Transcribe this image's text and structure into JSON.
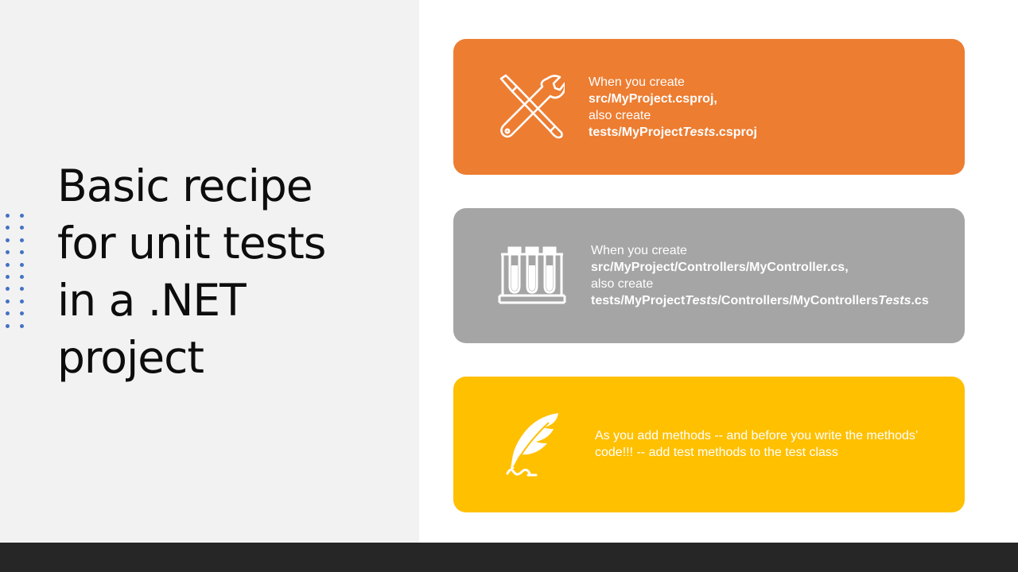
{
  "slide": {
    "title_lines": [
      "Basic recipe",
      "for unit tests",
      "in a .NET",
      "project"
    ]
  },
  "cards": [
    {
      "color": "#ed7d31",
      "icon": "tools-icon",
      "line1": "When you create",
      "line2": "src/MyProject.csproj,",
      "line3": "also create",
      "line4_a": "tests/MyProject",
      "line4_b": "Tests",
      "line4_c": ".csproj"
    },
    {
      "color": "#a5a5a5",
      "icon": "test-tubes-icon",
      "line1": "When you create",
      "line2": "src/MyProject/Controllers/MyController.cs,",
      "line3": "also create",
      "line4_a": "tests/MyProject",
      "line4_b": "Tests",
      "line4_c": "/Controllers/MyControllers",
      "line4_d": "Tests",
      "line4_e": ".cs"
    },
    {
      "color": "#ffc000",
      "icon": "quill-pen-icon",
      "text_line1": "As you add methods -- and before you write the methods’",
      "text_line2": "code!!! -- add test methods to the test class"
    }
  ],
  "colors": {
    "left_panel": "#f2f2f2",
    "dots": "#4472c4",
    "footer": "#262626"
  }
}
